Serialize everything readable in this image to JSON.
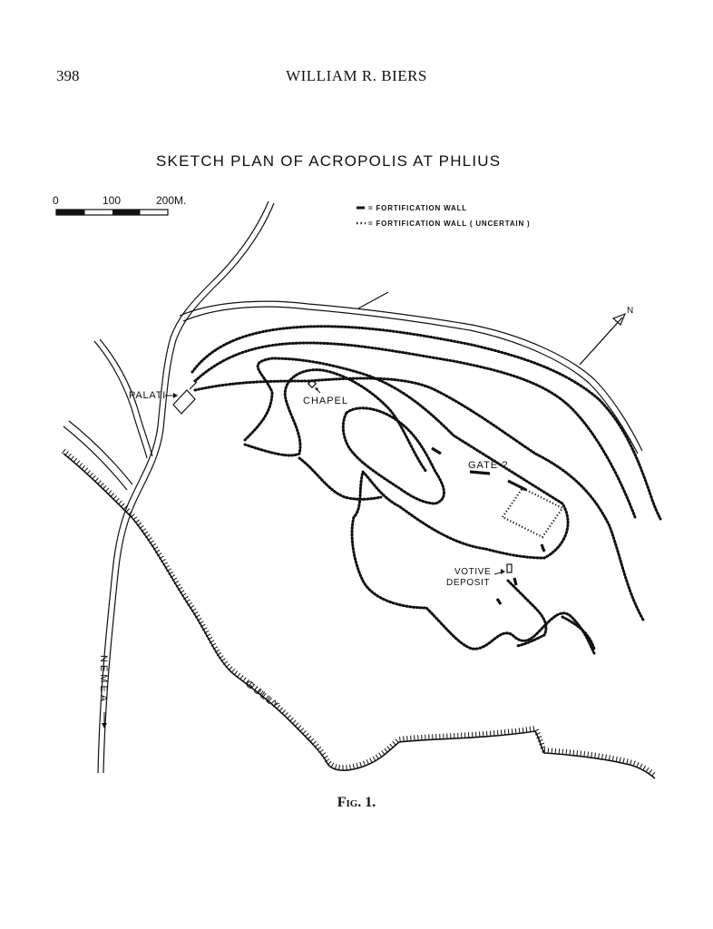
{
  "header": {
    "page_number": "398",
    "running_head": "WILLIAM R. BIERS"
  },
  "map": {
    "title": "SKETCH PLAN OF ACROPOLIS AT PHLIUS",
    "scale": {
      "ticks": [
        "0",
        "100",
        "200M."
      ]
    },
    "legend": {
      "solid": "= FORTIFICATION WALL",
      "dotted": "= FORTIFICATION WALL ( UNCERTAIN )"
    },
    "north_label": "N",
    "labels": {
      "palati": "PALATI",
      "chapel": "CHAPEL",
      "gate": "GATE ?",
      "votive_1": "VOTIVE",
      "votive_2": "DEPOSIT",
      "gully": "GULLY",
      "nemea": "NEMEA"
    }
  },
  "caption": {
    "prefix": "Fig. 1."
  }
}
